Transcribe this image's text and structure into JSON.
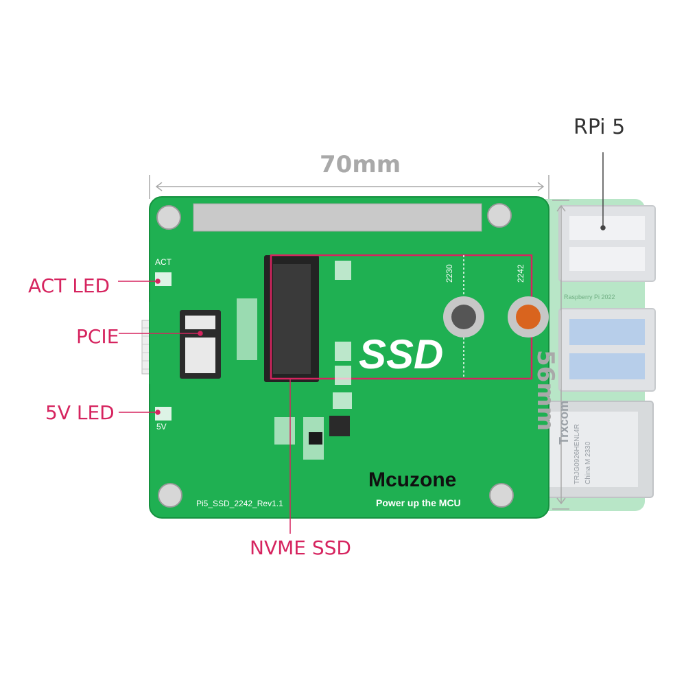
{
  "callouts": {
    "act_led": "ACT LED",
    "pcie": "PCIE",
    "led_5v": "5V LED",
    "nvme_ssd": "NVME SSD",
    "rpi5": "RPi 5"
  },
  "dimensions": {
    "width": "70mm",
    "height": "56mm"
  },
  "board": {
    "ssd_text": "SSD",
    "size_2230": "2230",
    "size_2242": "2242",
    "silk_act": "ACT",
    "silk_5v": "5V",
    "revision": "Pi5_SSD_2242_Rev1.1",
    "brand": "Mcuzone",
    "tagline": "Power up the MCU"
  },
  "rpi": {
    "silk_text": "Raspberry Pi 2022",
    "eth_brand": "Trxcom",
    "eth_part": "TRJG0926HENL4R",
    "eth_origin": "China M 2330"
  },
  "colors": {
    "pcb_green": "#1fb052",
    "callout_pink": "#d6245f",
    "dimension_gray": "#a9a9a9"
  }
}
